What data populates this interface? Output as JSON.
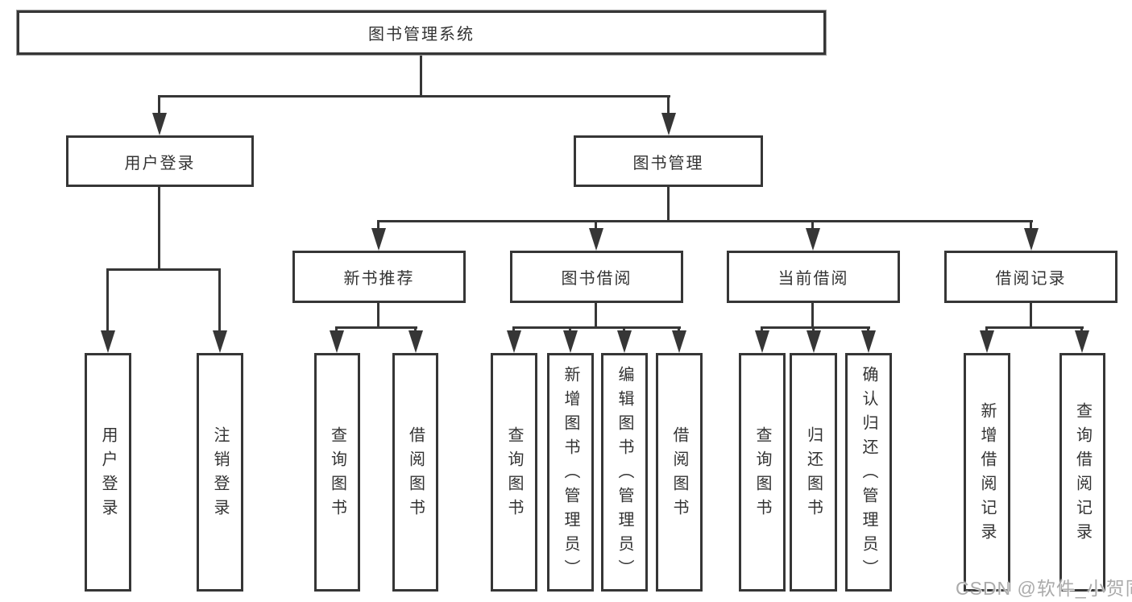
{
  "nodes": {
    "root": "图书管理系统",
    "user_login": "用户登录",
    "book_mgmt": "图书管理",
    "new_book_rec": "新书推荐",
    "book_borrow": "图书借阅",
    "current_borrow": "当前借阅",
    "borrow_records": "借阅记录",
    "leaf_user_login": "用户登录",
    "leaf_logout": "注销登录",
    "leaf_nbr_query_book": "查询图书",
    "leaf_nbr_borrow_book": "借阅图书",
    "leaf_bb_query_book": "查询图书",
    "leaf_bb_add_book": "新增图书（管理员）",
    "leaf_bb_edit_book": "编辑图书（管理员）",
    "leaf_bb_borrow_book": "借阅图书",
    "leaf_cb_query_book": "查询图书",
    "leaf_cb_return_book": "归还图书",
    "leaf_cb_confirm_return": "确认归还（管理员）",
    "leaf_br_add_record": "新增借阅记录",
    "leaf_br_query_record": "查询借阅记录"
  },
  "hierarchy": {
    "图书管理系统": [
      "用户登录",
      "图书管理"
    ],
    "用户登录": [
      "用户登录",
      "注销登录"
    ],
    "图书管理": [
      "新书推荐",
      "图书借阅",
      "当前借阅",
      "借阅记录"
    ],
    "新书推荐": [
      "查询图书",
      "借阅图书"
    ],
    "图书借阅": [
      "查询图书",
      "新增图书（管理员）",
      "编辑图书（管理员）",
      "借阅图书"
    ],
    "当前借阅": [
      "查询图书",
      "归还图书",
      "确认归还（管理员）"
    ],
    "借阅记录": [
      "新增借阅记录",
      "查询借阅记录"
    ]
  },
  "watermark": "CSDN @软件_小贺同学",
  "colors": {
    "line": "#363636",
    "box_border": "#363636",
    "box_background": "#ffffff",
    "page_background": "#ffffff",
    "watermark_text": "#ababab"
  }
}
